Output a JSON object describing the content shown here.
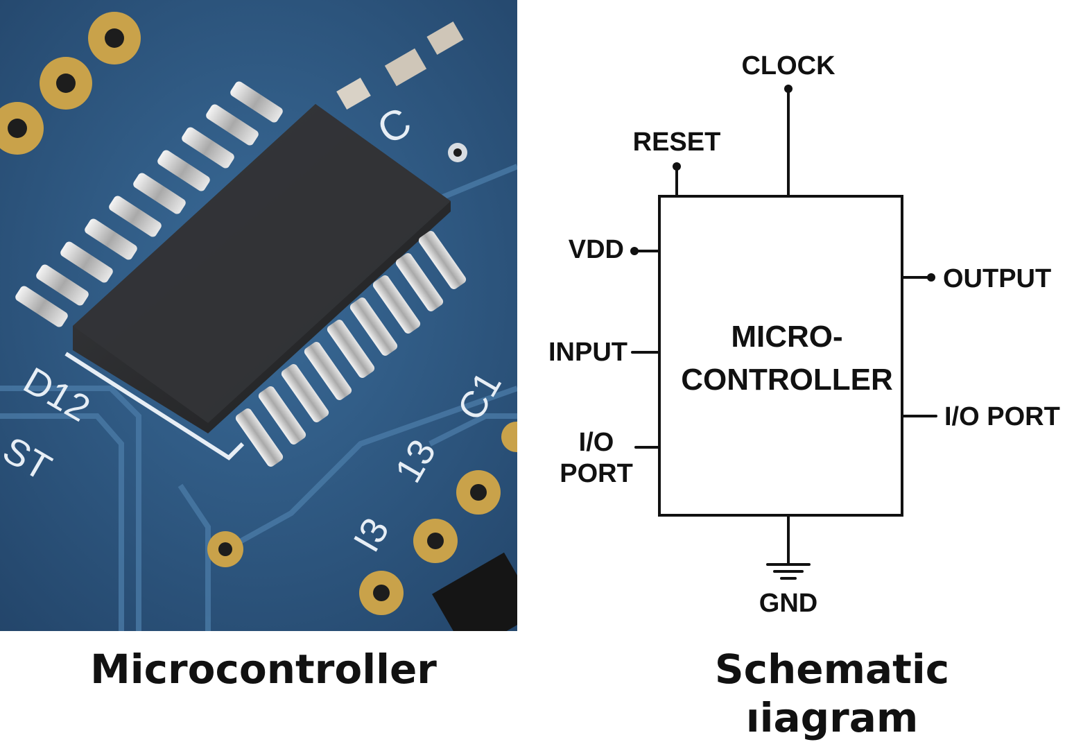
{
  "captions": {
    "left": "Microcontroller",
    "right": "Schematic ıiagram"
  },
  "photo": {
    "silkscreen": [
      "D12",
      "ST",
      "C",
      "13",
      "I3",
      "C1"
    ]
  },
  "schematic": {
    "chip_label_line1": "MICRO-",
    "chip_label_line2": "CONTROLLER",
    "pins": {
      "clock": "CLOCK",
      "reset": "RESET",
      "vdd": "VDD",
      "input": "INPUT",
      "io_port_left_1": "I/O",
      "io_port_left_2": "PORT",
      "output": "OUTPUT",
      "io_port_right": "I/O PORT",
      "gnd": "GND"
    }
  },
  "colors": {
    "pcb": "#2f5a85",
    "chip": "#262729",
    "pad_gold": "#c9a24a",
    "silk": "#e7eef5",
    "ink": "#111111"
  }
}
